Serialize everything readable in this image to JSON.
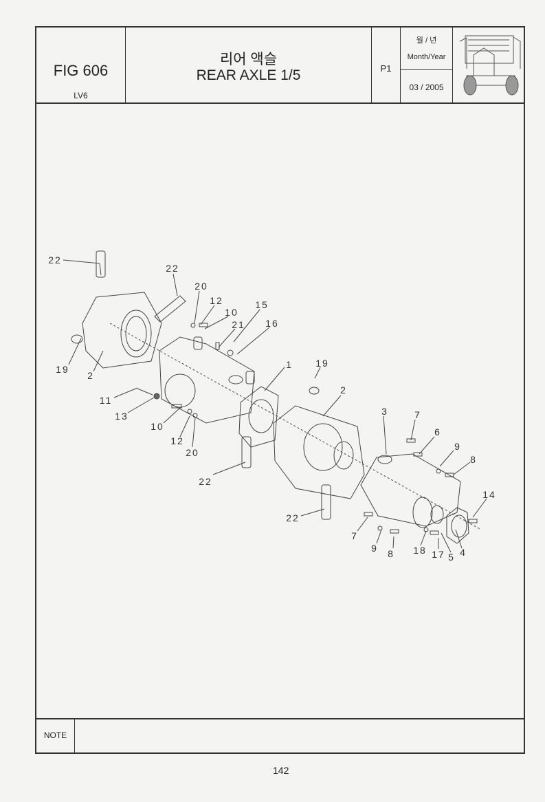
{
  "header": {
    "fig": "FIG 606",
    "model": "LV6",
    "title_korean": "리어 액슬",
    "title_english": "REAR AXLE 1/5",
    "page_code": "P1",
    "month_year_korean": "월 / 년",
    "month_year_label": "Month/Year",
    "date": "03 / 2005"
  },
  "callouts": [
    "22",
    "22",
    "20",
    "12",
    "10",
    "21",
    "15",
    "16",
    "19",
    "2",
    "1",
    "19",
    "11",
    "13",
    "10",
    "12",
    "20",
    "2",
    "22",
    "3",
    "7",
    "6",
    "9",
    "8",
    "14",
    "22",
    "7",
    "9",
    "8",
    "18",
    "17",
    "5",
    "4"
  ],
  "note_label": "NOTE",
  "page_number": "142"
}
